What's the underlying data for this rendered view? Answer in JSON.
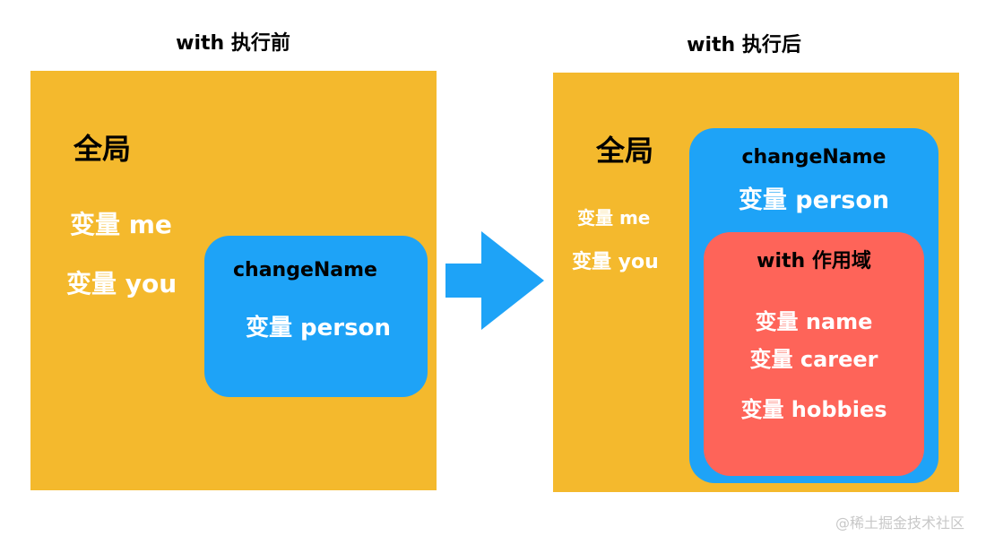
{
  "before": {
    "title": "with 执行前",
    "global_label": "全局",
    "vars": [
      "变量 me",
      "变量 you"
    ],
    "function": {
      "name": "changeName",
      "var": "变量 person"
    }
  },
  "after": {
    "title": "with 执行后",
    "global_label": "全局",
    "vars": [
      "变量 me",
      "变量 you"
    ],
    "function": {
      "name": "changeName",
      "var": "变量 person"
    },
    "with_scope": {
      "label": "with 作用域",
      "vars": [
        "变量 name",
        "变量 career",
        "变量 hobbies"
      ]
    }
  },
  "watermark": "@稀土掘金技术社区",
  "colors": {
    "global": "#F4B92D",
    "function": "#1EA3F7",
    "with": "#FE6459",
    "arrow": "#1EA3F7"
  }
}
